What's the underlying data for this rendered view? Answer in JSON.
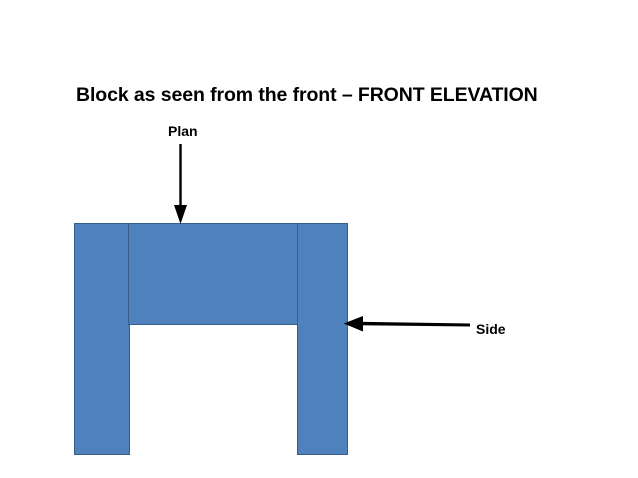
{
  "slide": {
    "title": "Block as seen from the front – FRONT ELEVATION",
    "background_color": "#FFFFFF"
  },
  "diagram": {
    "name": "front-elevation-block",
    "description": "Inverted-U shaped block drawn as a front elevation",
    "fill_color": "#4F81BD",
    "stroke_color": "#385D8A",
    "parts": [
      {
        "id": "leg-left",
        "label": "left leg"
      },
      {
        "id": "crossbar",
        "label": "top crossbar"
      },
      {
        "id": "leg-right",
        "label": "right leg"
      }
    ]
  },
  "callouts": [
    {
      "id": "plan",
      "label": "Plan",
      "arrow": "down-arrow",
      "arrow_color": "#000000"
    },
    {
      "id": "side",
      "label": "Side",
      "arrow": "left-arrow",
      "arrow_color": "#000000"
    }
  ]
}
